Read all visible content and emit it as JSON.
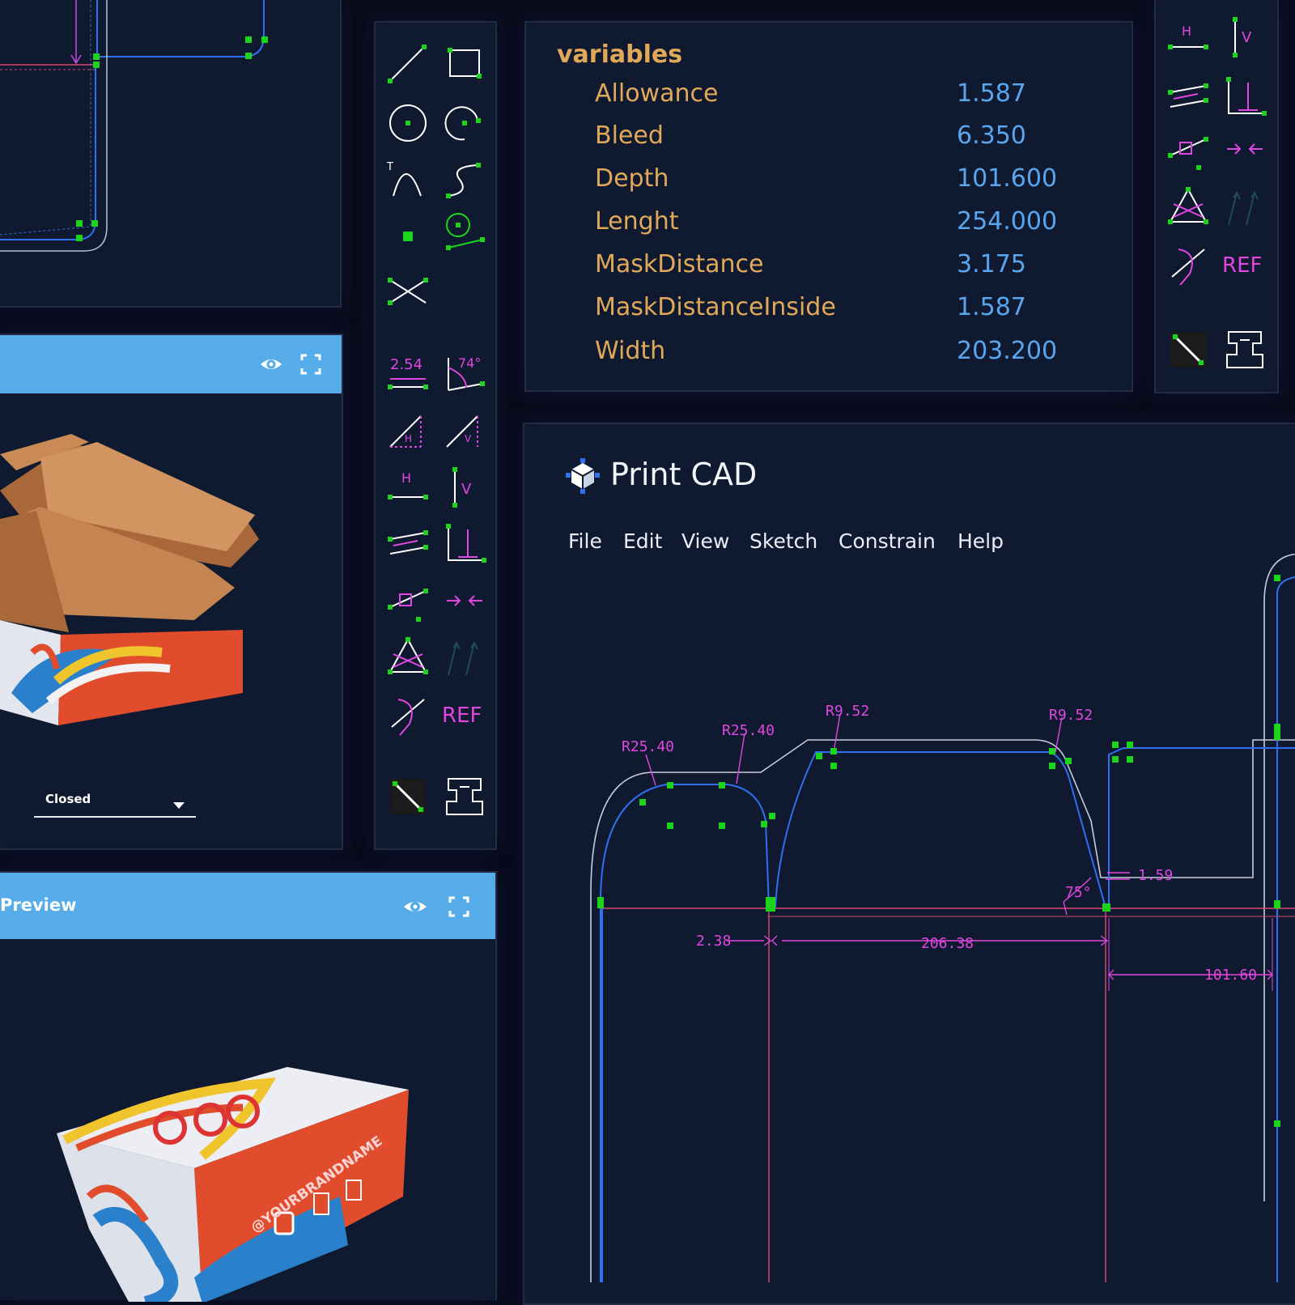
{
  "app": {
    "title": "Print CAD"
  },
  "menu": [
    "File",
    "Edit",
    "View",
    "Sketch",
    "Constrain",
    "Help"
  ],
  "variables": {
    "title": "variables",
    "items": [
      {
        "name": "Allowance",
        "value": "1.587"
      },
      {
        "name": "Bleed",
        "value": "6.350"
      },
      {
        "name": "Depth",
        "value": "101.600"
      },
      {
        "name": "Lenght",
        "value": "254.000"
      },
      {
        "name": "MaskDistance",
        "value": "3.175"
      },
      {
        "name": "MaskDistanceInside",
        "value": "1.587"
      },
      {
        "name": "Width",
        "value": "203.200"
      }
    ]
  },
  "toolbar": {
    "length_label": "2.54",
    "angle_label": "74°",
    "horizontal_label": "H",
    "vertical_label": "V",
    "curve_label": "T",
    "hdist_label": "H",
    "vdist_label": "V",
    "ref_label": "REF"
  },
  "right_toolbar": {
    "horizontal_label": "H",
    "vertical_label": "V",
    "ref_label": "REF"
  },
  "preview_top": {
    "state_value": "Closed"
  },
  "preview_bottom": {
    "title": "Preview"
  },
  "box_print": {
    "handle": "@YOURBRANDNAME"
  },
  "dimensions": {
    "r1": "R25.40",
    "r2": "R25.40",
    "r3": "R9.52",
    "r4": "R9.52",
    "d1": "2.38",
    "d2": "206.38",
    "d3": "101.60",
    "d4": "1.59",
    "angle": "75°"
  },
  "colors": {
    "background": "#0a0c1c",
    "panel": "#0f1a30",
    "accent_blue": "#56ace8",
    "variable_name": "#e0a95a",
    "variable_value": "#5aa6ee",
    "dimension": "#e146e0",
    "point": "#1bd41b",
    "sketch_line": "#2f6ff0"
  },
  "icons": [
    "eye-icon",
    "fullscreen-icon",
    "chevron-down-icon",
    "print-cad-logo-icon"
  ]
}
